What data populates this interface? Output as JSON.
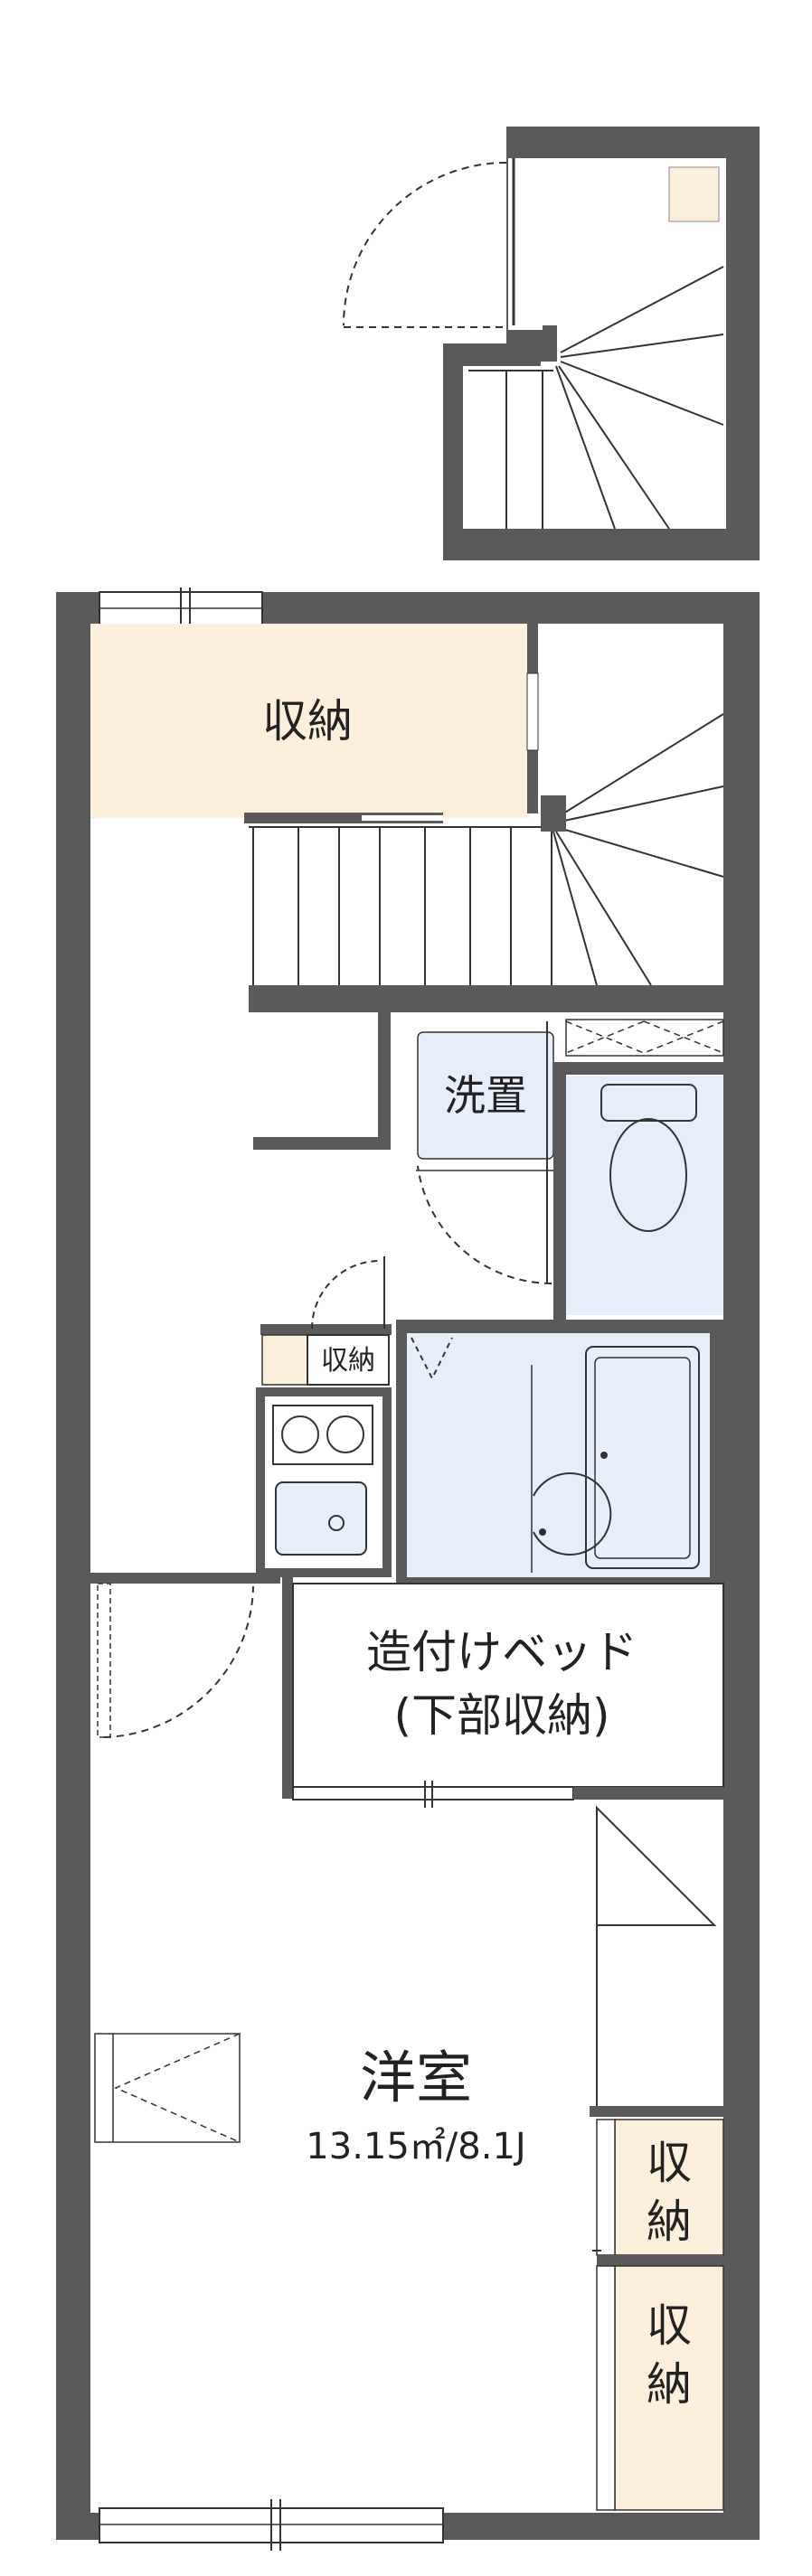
{
  "labels": {
    "storage_top": "収納",
    "washer": "洗置",
    "storage_small": "収納",
    "bed_line1": "造付けベッド",
    "bed_line2": "(下部収納)",
    "room_name": "洋室",
    "room_area": "13.15㎡/8.1J",
    "storage_right1_a": "収",
    "storage_right1_b": "納",
    "storage_right2_a": "収",
    "storage_right2_b": "納"
  },
  "colors": {
    "wall": "#5a5a5a",
    "storage_fill": "#fcf0dc",
    "wet_fill": "#e6eefa",
    "line": "#333333"
  }
}
